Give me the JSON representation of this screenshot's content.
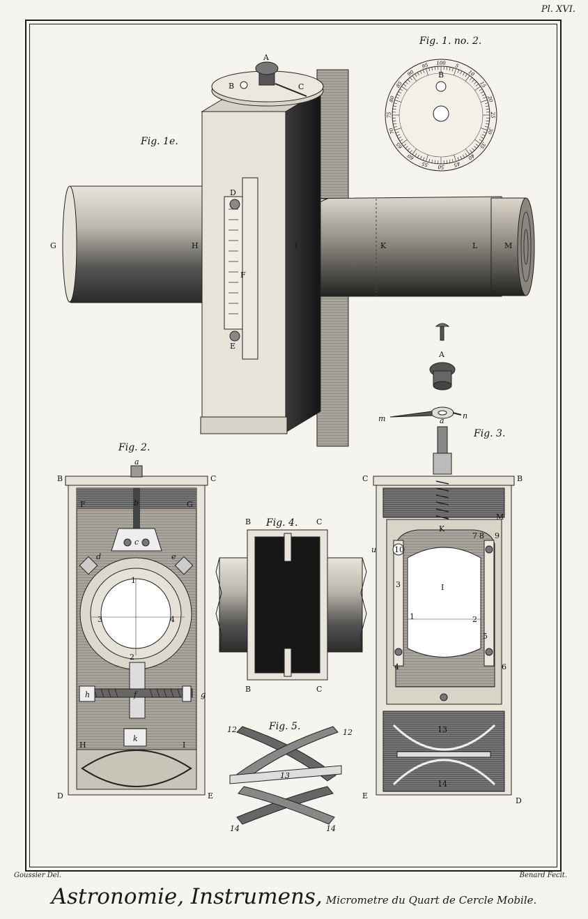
{
  "plate": {
    "number": "Pl. XVI."
  },
  "figures": {
    "fig1": "Fig. 1e.",
    "fig1n2": "Fig. 1. no. 2.",
    "fig2": "Fig. 2.",
    "fig3": "Fig. 3.",
    "fig4": "Fig. 4.",
    "fig5": "Fig. 5."
  },
  "labels": {
    "A": "A",
    "B": "B",
    "C": "C",
    "D": "D",
    "E": "E",
    "F": "F",
    "G": "G",
    "H": "H",
    "I": "I",
    "K": "K",
    "L": "L",
    "M": "M",
    "a": "a",
    "b": "b",
    "c": "c",
    "d": "d",
    "e": "e",
    "f": "f",
    "g": "g",
    "h": "h",
    "k": "k",
    "m": "m",
    "n": "n",
    "u": "u",
    "n1": "1",
    "n2": "2",
    "n3": "3",
    "n4": "4",
    "n5": "5",
    "n6": "6",
    "n7": "7",
    "n8": "8",
    "n9": "9",
    "n10": "10",
    "n12": "12",
    "n13": "13",
    "n14": "14"
  },
  "dial_numbers": [
    "100",
    "5",
    "10",
    "15",
    "20",
    "25",
    "30",
    "35",
    "40",
    "45",
    "50",
    "55",
    "60",
    "65",
    "70",
    "75",
    "80",
    "85",
    "90",
    "95"
  ],
  "credits": {
    "left": "Goussier Del.",
    "right": "Benard Fecit."
  },
  "title": {
    "main": "Astronomie, Instrumens,",
    "subtitle": "Micrometre du Quart de Cercle Mobile."
  }
}
